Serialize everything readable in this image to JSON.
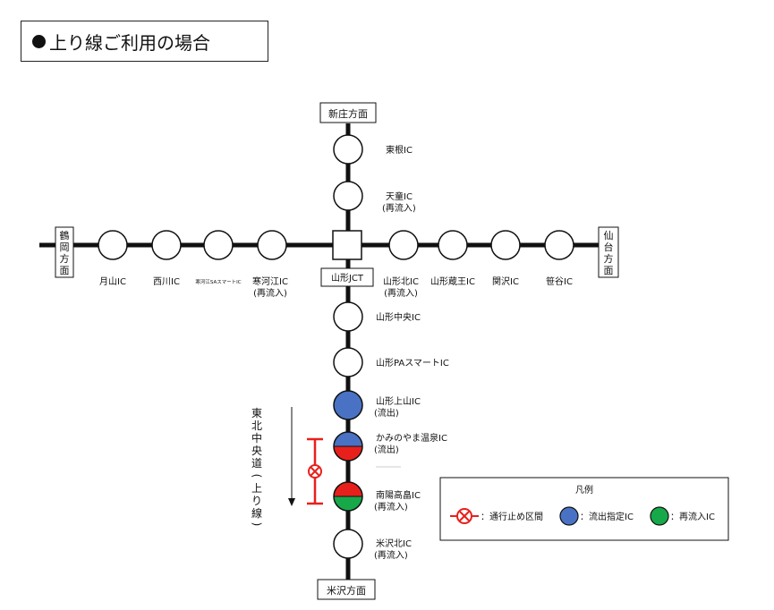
{
  "title": "上り線ご利用の場合",
  "directions": {
    "north": "新庄方面",
    "south": "米沢方面",
    "west": [
      "鶴",
      "岡",
      "方",
      "面"
    ],
    "east": [
      "仙",
      "台",
      "方",
      "面"
    ]
  },
  "junction": "山形JCT",
  "west_ics": [
    {
      "name": "月山IC",
      "sub": ""
    },
    {
      "name": "西川IC",
      "sub": ""
    },
    {
      "name": "寒河江SAスマートIC",
      "sub": ""
    },
    {
      "name": "寒河江IC",
      "sub": "(再流入)"
    }
  ],
  "east_ics": [
    {
      "name": "山形北IC",
      "sub": "(再流入)"
    },
    {
      "name": "山形蔵王IC",
      "sub": ""
    },
    {
      "name": "関沢IC",
      "sub": ""
    },
    {
      "name": "笹谷IC",
      "sub": ""
    }
  ],
  "north_ics": [
    {
      "name": "東根IC",
      "sub": ""
    },
    {
      "name": "天童IC",
      "sub": "(再流入)"
    }
  ],
  "south_ics": [
    {
      "name": "山形中央IC",
      "sub": "",
      "status": "normal"
    },
    {
      "name": "山形PAスマートIC",
      "sub": "",
      "status": "normal"
    },
    {
      "name": "山形上山IC",
      "sub": "(流出)",
      "status": "exit"
    },
    {
      "name": "かみのやま温泉IC",
      "sub": "(流出)",
      "status": "exit-closed"
    },
    {
      "name": "南陽高畠IC",
      "sub": "(再流入)",
      "status": "closed-reentry"
    },
    {
      "name": "米沢北IC",
      "sub": "(再流入)",
      "status": "normal"
    }
  ],
  "route_label": [
    "東",
    "北",
    "中",
    "央",
    "道",
    "(",
    "上",
    "り",
    "線",
    ")"
  ],
  "legend": {
    "title": "凡例",
    "closed": "：通行止め区間",
    "exit": "：流出指定IC",
    "reentry": "：再流入IC"
  },
  "colors": {
    "exit": "#4a72c4",
    "closed": "#e8201c",
    "reentry": "#17a84a",
    "line": "#111111"
  }
}
